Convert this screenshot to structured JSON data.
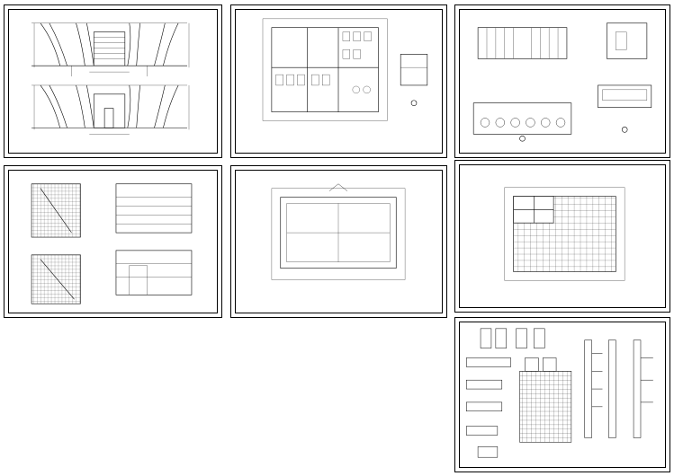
{
  "sheets": [
    {
      "id": "elevations-curved",
      "labels": []
    },
    {
      "id": "floor-plan-restroom",
      "labels": []
    },
    {
      "id": "elevations-sections",
      "labels": []
    },
    {
      "id": "grid-elevations",
      "labels": []
    },
    {
      "id": "roof-plan",
      "labels": []
    },
    {
      "id": "ceiling-tile-plan",
      "labels": []
    },
    {
      "id": "wall-details",
      "labels": []
    }
  ],
  "colors": {
    "line": "#000000",
    "background": "#ffffff"
  }
}
